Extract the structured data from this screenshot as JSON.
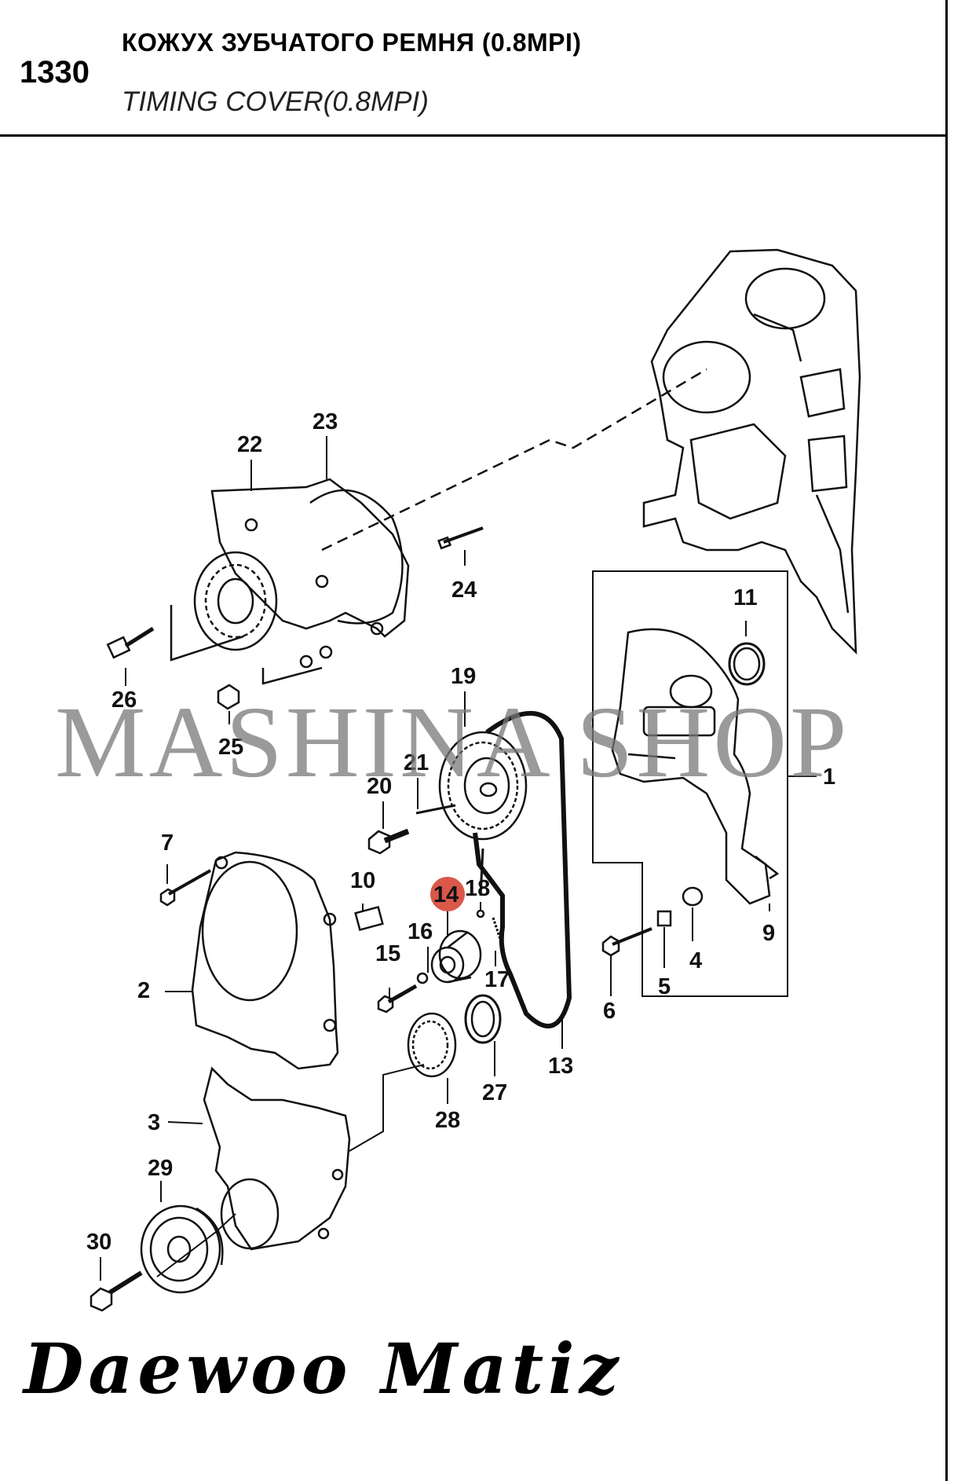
{
  "header": {
    "code": "1330",
    "title_ru": "КОЖУХ ЗУБЧАТОГО РЕМНЯ (0.8MPI)",
    "title_en": "TIMING COVER(0.8MPI)"
  },
  "watermark": "MASHINA SHOP",
  "brand": "Daewoo Matiz",
  "highlight_color": "#d9584a",
  "highlighted_part": "14",
  "callouts": {
    "c1": "1",
    "c2": "2",
    "c3": "3",
    "c4": "4",
    "c5": "5",
    "c6": "6",
    "c7": "7",
    "c9": "9",
    "c10": "10",
    "c11": "11",
    "c13": "13",
    "c14": "14",
    "c15": "15",
    "c16": "16",
    "c17": "17",
    "c18": "18",
    "c19": "19",
    "c20": "20",
    "c21": "21",
    "c22": "22",
    "c23": "23",
    "c24": "24",
    "c25": "25",
    "c26": "26",
    "c27": "27",
    "c28": "28",
    "c29": "29",
    "c30": "30"
  }
}
